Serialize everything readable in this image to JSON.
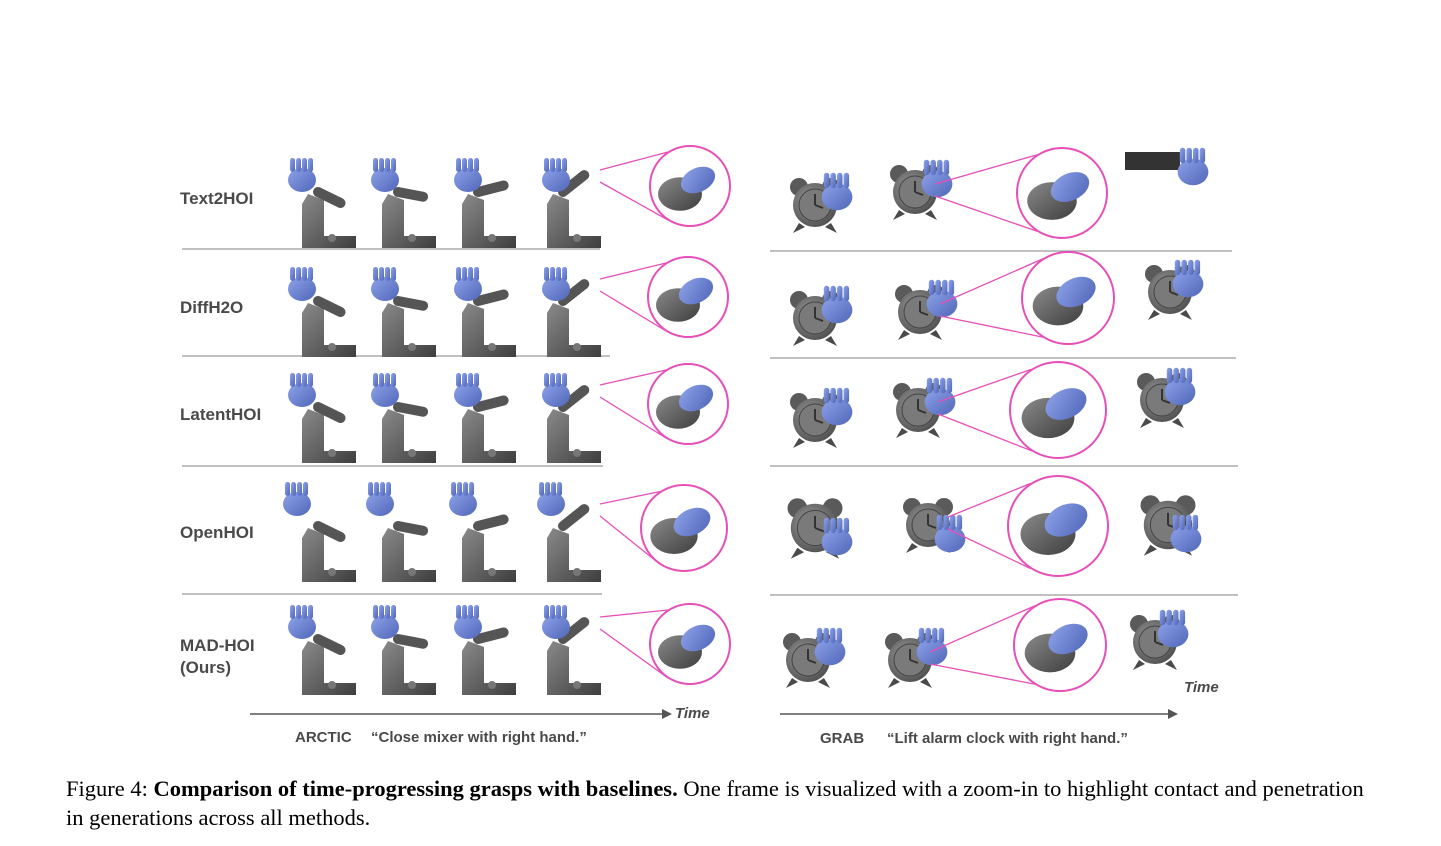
{
  "figure": {
    "methods": [
      "Text2HOI",
      "DiffH2O",
      "LatentHOI",
      "OpenHOI",
      "MAD-HOI\n(Ours)"
    ],
    "left_panel": {
      "dataset": "ARCTIC",
      "prompt": "“Close mixer with right hand.”",
      "time_label": "Time"
    },
    "right_panel": {
      "dataset": "GRAB",
      "prompt": "“Lift alarm clock with right hand.”",
      "time_label": "Time"
    },
    "colors": {
      "hand": "#6f86d6",
      "object": "#5a5a5a",
      "zoom_ring": "#e64fb8",
      "separator": "#9a9a9a",
      "label": "#4a4a4a"
    }
  },
  "caption": {
    "prefix": "Figure 4: ",
    "bold": "Comparison of time-progressing grasps with baselines.",
    "rest": " One frame is visualized with a zoom-in to highlight contact and penetration in generations across all methods."
  }
}
